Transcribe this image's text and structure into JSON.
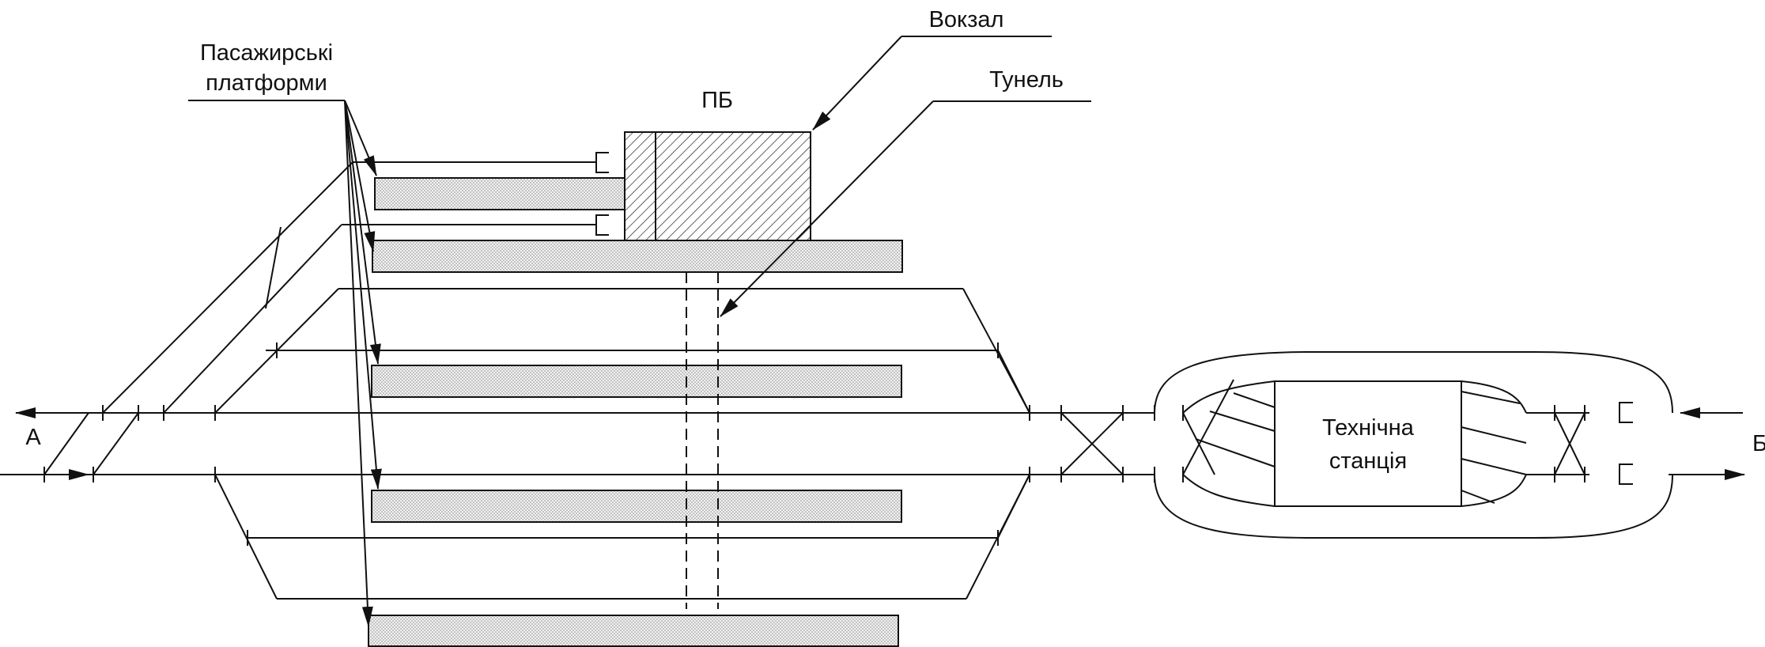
{
  "labels": {
    "station": "Вокзал",
    "platforms_line1": "Пасажирські",
    "platforms_line2": "платформи",
    "pb": "ПБ",
    "tunnel": "Тунель",
    "tech_line1": "Технічна",
    "tech_line2": "станція",
    "end_a": "А",
    "end_b": "Б"
  },
  "colors": {
    "line": "#111111",
    "platform_dots": "#888888",
    "background": "#ffffff"
  }
}
